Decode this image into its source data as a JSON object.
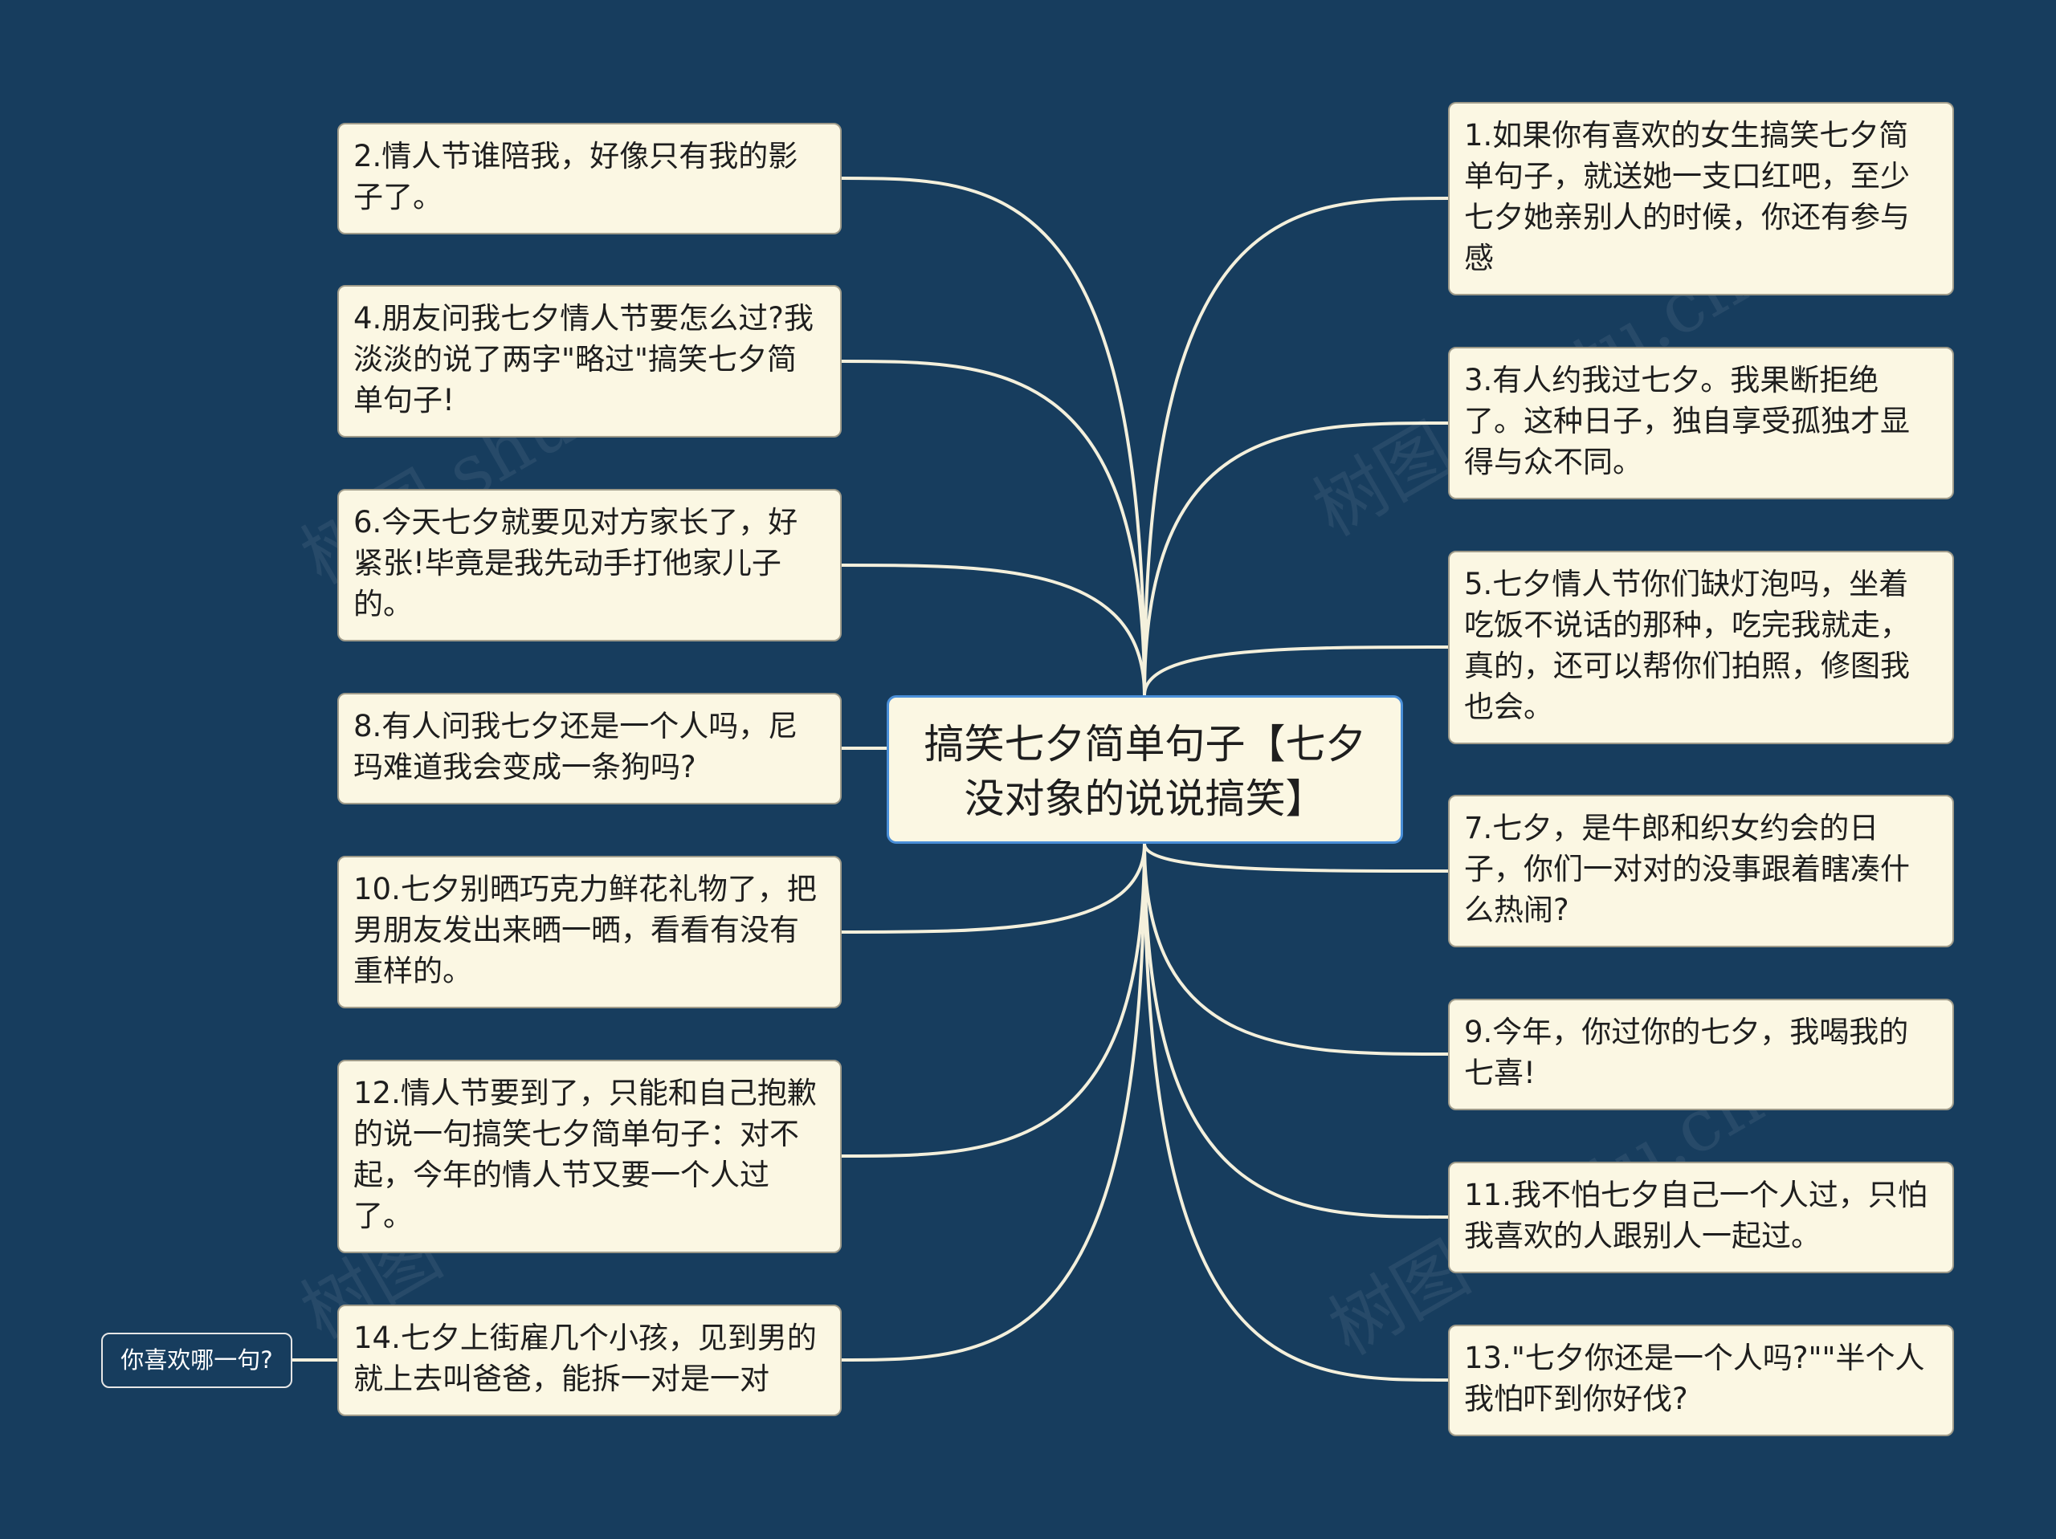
{
  "diagram": {
    "root": "搞笑七夕简单句子【七夕没对象的说说搞笑】",
    "tag": "你喜欢哪一句?",
    "left_nodes": [
      "2.情人节谁陪我，好像只有我的影子了。",
      "4.朋友问我七夕情人节要怎么过?我淡淡的说了两字\"略过\"搞笑七夕简单句子!",
      "6.今天七夕就要见对方家长了，好紧张!毕竟是我先动手打他家儿子的。",
      "8.有人问我七夕还是一个人吗，尼玛难道我会变成一条狗吗?",
      "10.七夕别晒巧克力鲜花礼物了，把男朋友发出来晒一晒，看看有没有重样的。",
      "12.情人节要到了，只能和自己抱歉的说一句搞笑七夕简单句子：对不起，今年的情人节又要一个人过了。",
      "14.七夕上街雇几个小孩，见到男的就上去叫爸爸，能拆一对是一对"
    ],
    "right_nodes": [
      "1.如果你有喜欢的女生搞笑七夕简单句子，就送她一支口红吧，至少七夕她亲别人的时候，你还有参与感",
      "3.有人约我过七夕。我果断拒绝了。这种日子，独自享受孤独才显得与众不同。",
      "5.七夕情人节你们缺灯泡吗，坐着吃饭不说话的那种，吃完我就走，真的，还可以帮你们拍照，修图我也会。",
      "7.七夕，是牛郎和织女约会的日子，你们一对对的没事跟着瞎凑什么热闹?",
      "9.今年，你过你的七夕，我喝我的七喜!",
      "11.我不怕七夕自己一个人过，只怕我喜欢的人跟别人一起过。",
      "13.\"七夕你还是一个人吗?\"\"半个人我怕吓到你好伐?"
    ]
  },
  "colors": {
    "background": "#173d5e",
    "node_fill": "#fbf7e3",
    "root_border": "#4a8fd8",
    "line": "#f4f0dc"
  }
}
